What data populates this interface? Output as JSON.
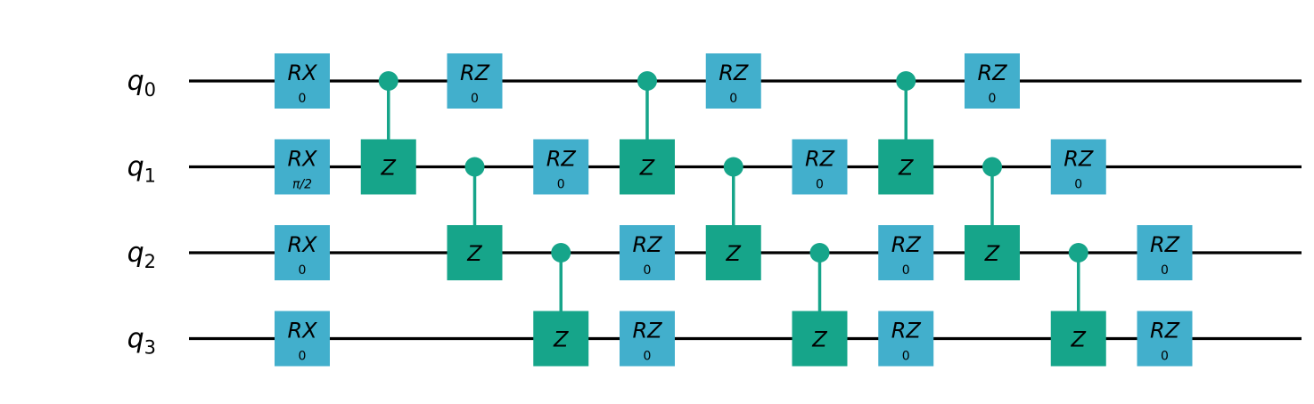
{
  "colors": {
    "wire": "#000000",
    "rotation_gate": "#42afcc",
    "cz_gate": "#16a58a",
    "background": "#ffffff"
  },
  "qubits": [
    {
      "base": "q",
      "sub": "0"
    },
    {
      "base": "q",
      "sub": "1"
    },
    {
      "base": "q",
      "sub": "2"
    },
    {
      "base": "q",
      "sub": "3"
    }
  ],
  "columns": [
    {
      "gates": [
        {
          "type": "rot",
          "qubit": 0,
          "name": "RX",
          "param": "0"
        },
        {
          "type": "rot",
          "qubit": 1,
          "name": "RX",
          "param": "π/2"
        },
        {
          "type": "rot",
          "qubit": 2,
          "name": "RX",
          "param": "0"
        },
        {
          "type": "rot",
          "qubit": 3,
          "name": "RX",
          "param": "0"
        }
      ]
    },
    {
      "gates": [
        {
          "type": "cz",
          "control": 0,
          "target": 1,
          "name": "Z"
        }
      ]
    },
    {
      "gates": [
        {
          "type": "rot",
          "qubit": 0,
          "name": "RZ",
          "param": "0"
        },
        {
          "type": "cz",
          "control": 1,
          "target": 2,
          "name": "Z"
        }
      ]
    },
    {
      "gates": [
        {
          "type": "rot",
          "qubit": 1,
          "name": "RZ",
          "param": "0"
        },
        {
          "type": "cz",
          "control": 2,
          "target": 3,
          "name": "Z"
        }
      ]
    },
    {
      "gates": [
        {
          "type": "cz",
          "control": 0,
          "target": 1,
          "name": "Z"
        },
        {
          "type": "rot",
          "qubit": 2,
          "name": "RZ",
          "param": "0"
        },
        {
          "type": "rot",
          "qubit": 3,
          "name": "RZ",
          "param": "0"
        }
      ]
    },
    {
      "gates": [
        {
          "type": "rot",
          "qubit": 0,
          "name": "RZ",
          "param": "0"
        },
        {
          "type": "cz",
          "control": 1,
          "target": 2,
          "name": "Z"
        }
      ]
    },
    {
      "gates": [
        {
          "type": "rot",
          "qubit": 1,
          "name": "RZ",
          "param": "0"
        },
        {
          "type": "cz",
          "control": 2,
          "target": 3,
          "name": "Z"
        }
      ]
    },
    {
      "gates": [
        {
          "type": "cz",
          "control": 0,
          "target": 1,
          "name": "Z"
        },
        {
          "type": "rot",
          "qubit": 2,
          "name": "RZ",
          "param": "0"
        },
        {
          "type": "rot",
          "qubit": 3,
          "name": "RZ",
          "param": "0"
        }
      ]
    },
    {
      "gates": [
        {
          "type": "rot",
          "qubit": 0,
          "name": "RZ",
          "param": "0"
        },
        {
          "type": "cz",
          "control": 1,
          "target": 2,
          "name": "Z"
        }
      ]
    },
    {
      "gates": [
        {
          "type": "rot",
          "qubit": 1,
          "name": "RZ",
          "param": "0"
        },
        {
          "type": "cz",
          "control": 2,
          "target": 3,
          "name": "Z"
        }
      ]
    },
    {
      "gates": [
        {
          "type": "rot",
          "qubit": 2,
          "name": "RZ",
          "param": "0"
        },
        {
          "type": "rot",
          "qubit": 3,
          "name": "RZ",
          "param": "0"
        }
      ]
    }
  ]
}
